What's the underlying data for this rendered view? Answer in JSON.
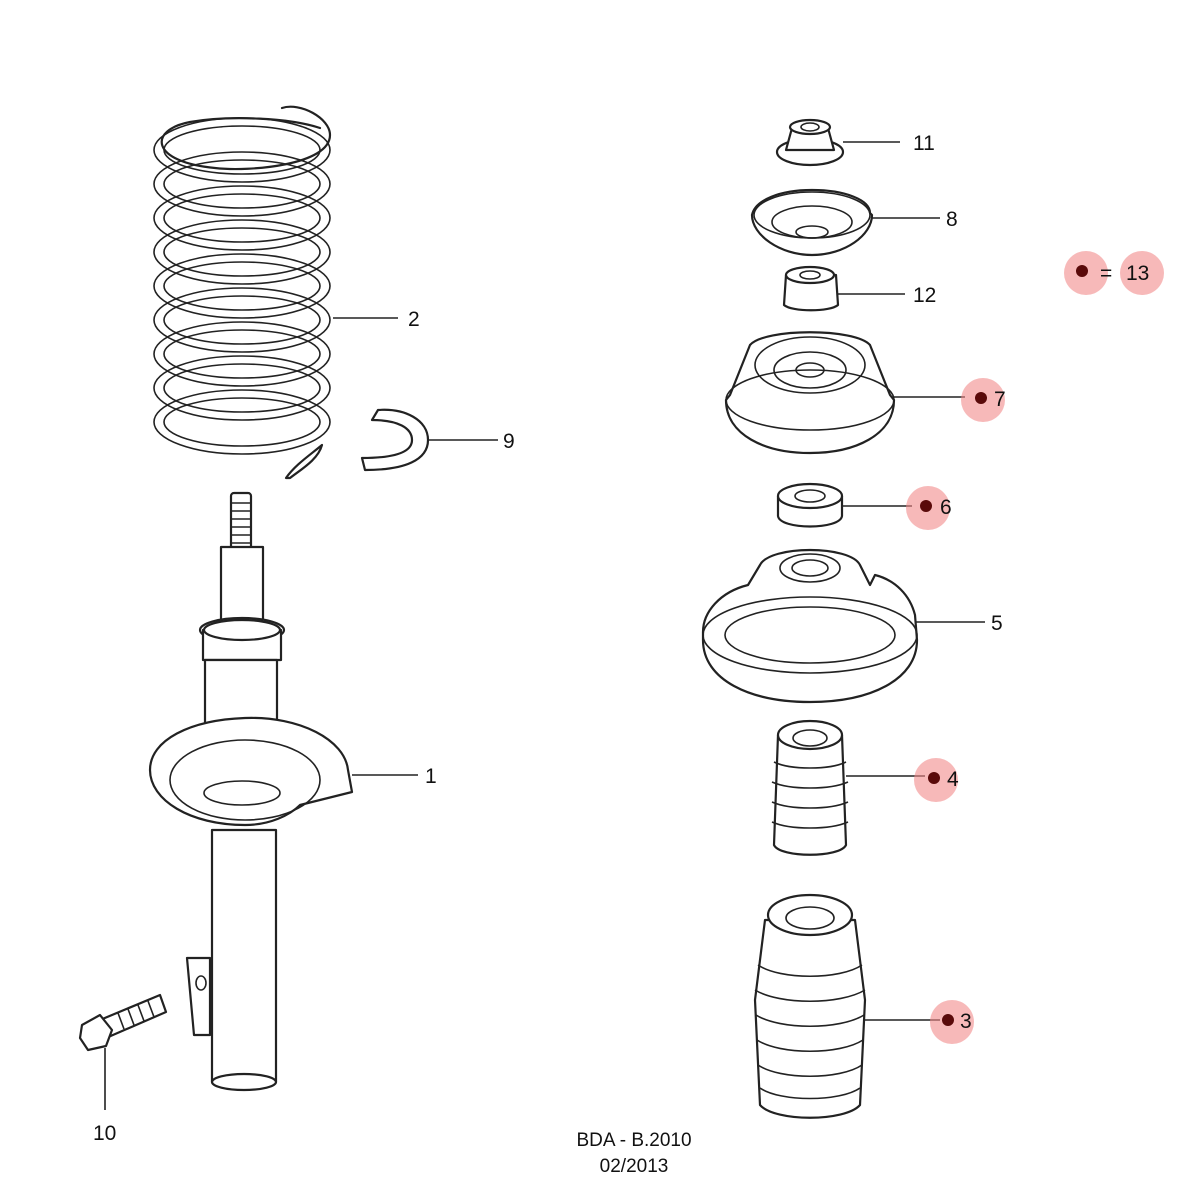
{
  "labels": {
    "p1": "1",
    "p2": "2",
    "p3": "3",
    "p4": "4",
    "p5": "5",
    "p6": "6",
    "p7": "7",
    "p8": "8",
    "p9": "9",
    "p10": "10",
    "p11": "11",
    "p12": "12"
  },
  "legend": {
    "equals": "=",
    "value": "13"
  },
  "footer": {
    "code": "BDA - B.2010",
    "date": "02/2013"
  },
  "highlighted_parts": [
    "3",
    "4",
    "6",
    "7",
    "13"
  ],
  "colors": {
    "highlight": "#f28a8a",
    "marker_dot": "#5a0a0a",
    "line": "#222222"
  }
}
